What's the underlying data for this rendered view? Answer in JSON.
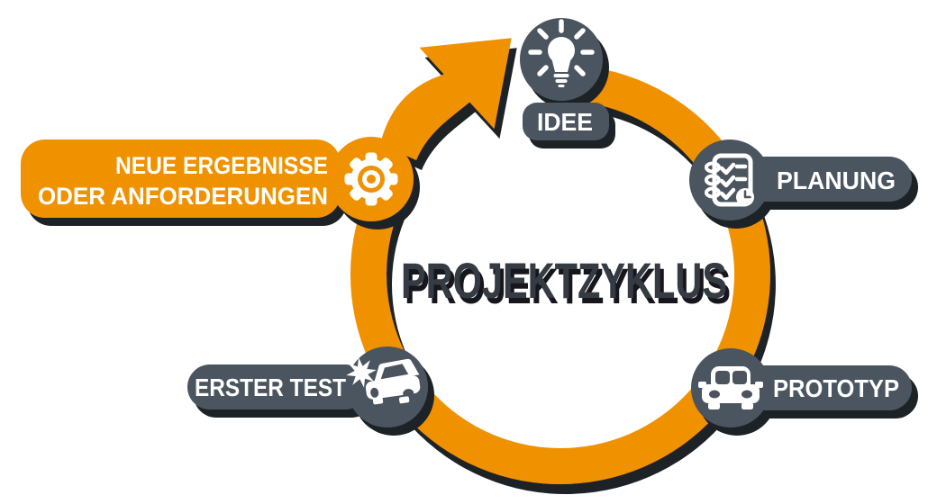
{
  "title": "PROJEKTZYKLUS",
  "cycle": {
    "direction": "clockwise",
    "shape": "orange ring with arrow head pointing toward IDEE"
  },
  "colors": {
    "accent_orange": "#F09103",
    "slate_gray": "#4B545E",
    "shadow_dark": "#1D2127",
    "title_color": "#343A43",
    "label_text": "#FFFFFF"
  },
  "nodes": {
    "idee": {
      "label": "IDEE",
      "icon": "lightbulb-icon"
    },
    "planung": {
      "label": "PLANUNG",
      "icon": "checklist-clock-icon"
    },
    "prototyp": {
      "label": "PROTOTYP",
      "icon": "car-front-icon"
    },
    "erster_test": {
      "label": "ERSTER TEST",
      "icon": "car-crash-icon"
    },
    "neue_ergebnisse": {
      "label_line1": "NEUE ERGEBNISSE",
      "label_line2": "ODER ANFORDERUNGEN",
      "icon": "gear-icon"
    }
  }
}
